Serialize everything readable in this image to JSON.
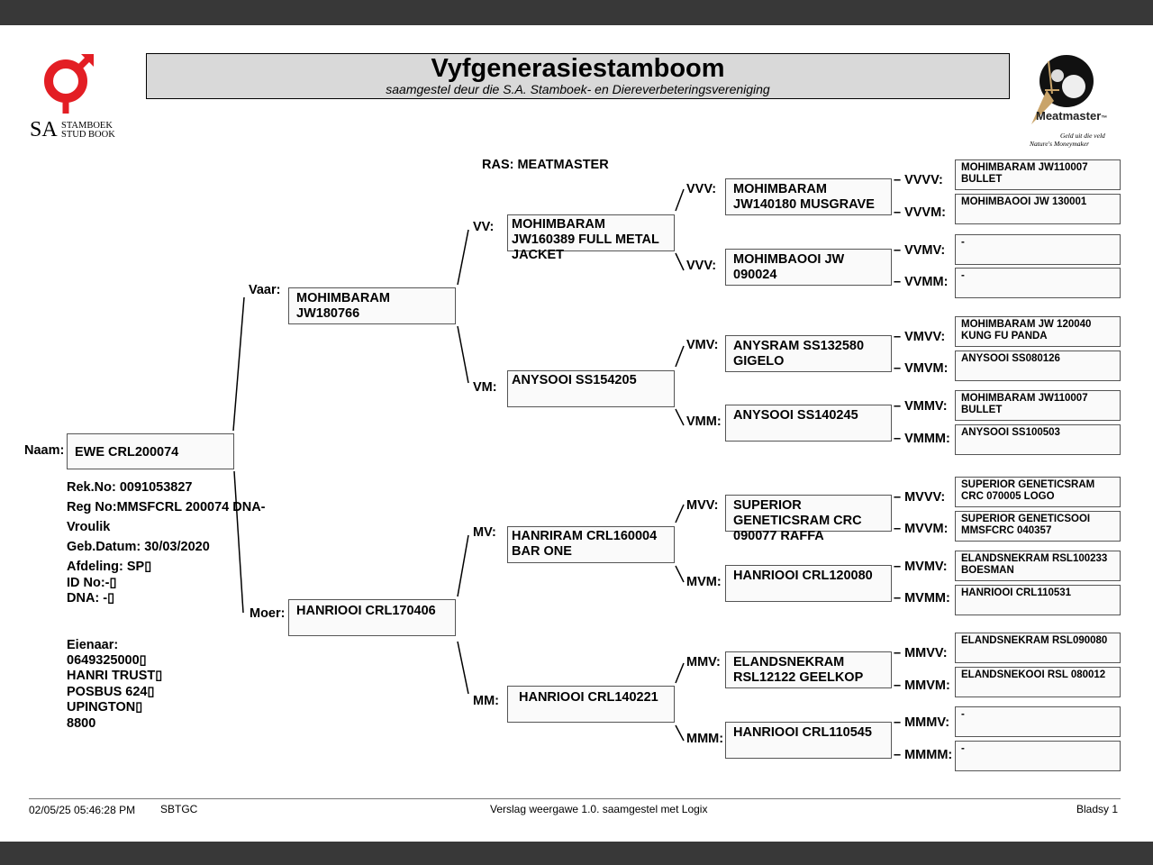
{
  "header": {
    "title": "Vyfgenerasiestamboom",
    "subtitle": "saamgestel deur die S.A. Stamboek- en Diereverbeteringsvereniging",
    "breed": "RAS: MEATMASTER"
  },
  "logo_left": {
    "sa": "SA",
    "line1": "STAMBOEK",
    "line2": "STUD BOOK",
    "symbol_color": "#e31e24"
  },
  "logo_right": {
    "brand": "Meatmaster",
    "tm": "™",
    "tag1": "Geld uit die veld",
    "tag2": "Nature's Moneymaker"
  },
  "animal": {
    "naam_label": "Naam:",
    "name": "EWE CRL200074",
    "rek_no": "Rek.No: 0091053827",
    "reg_no": "Reg No:MMSFCRL 200074 DNA-",
    "sex": "Vroulik",
    "geb_datum": "Geb.Datum: 30/03/2020",
    "afdeling": "Afdeling: SP▯",
    "id_no": "ID No:-▯",
    "dna": "DNA: -▯"
  },
  "owner": {
    "label": "Eienaar:",
    "lines": [
      "0649325000▯",
      "HANRI TRUST▯",
      "POSBUS 624▯",
      "UPINGTON▯",
      "8800"
    ]
  },
  "pedigree": {
    "gen1": [
      {
        "label": "Vaar:",
        "name": "MOHIMBARAM\nJW180766"
      },
      {
        "label": "Moer:",
        "name": "HANRIOOI CRL170406"
      }
    ],
    "gen2": [
      {
        "label": "VV:",
        "name": "MOHIMBARAM\nJW160389 FULL METAL\nJACKET"
      },
      {
        "label": "VM:",
        "name": "ANYSOOI SS154205"
      },
      {
        "label": "MV:",
        "name": "HANRIRAM CRL160004\nBAR ONE"
      },
      {
        "label": "MM:",
        "name": "HANRIOOI CRL140221"
      }
    ],
    "gen3": [
      {
        "label": "VVV:",
        "name": "MOHIMBARAM\nJW140180 MUSGRAVE"
      },
      {
        "label": "VVV:",
        "name": "MOHIMBAOOI JW\n090024"
      },
      {
        "label": "VMV:",
        "name": "ANYSRAM SS132580\nGIGELO"
      },
      {
        "label": "VMM:",
        "name": "ANYSOOI SS140245"
      },
      {
        "label": "MVV:",
        "name": "SUPERIOR\nGENETICSRAM CRC\n090077 RAFFA"
      },
      {
        "label": "MVM:",
        "name": "HANRIOOI CRL120080"
      },
      {
        "label": "MMV:",
        "name": "ELANDSNEKRAM\nRSL12122 GEELKOP"
      },
      {
        "label": "MMM:",
        "name": "HANRIOOI CRL110545"
      }
    ],
    "gen4": [
      {
        "label": "VVVV:",
        "name": "MOHIMBARAM JW110007\nBULLET"
      },
      {
        "label": "VVVM:",
        "name": "MOHIMBAOOI JW 130001"
      },
      {
        "label": "VVMV:",
        "name": "-"
      },
      {
        "label": "VVMM:",
        "name": "-"
      },
      {
        "label": "VMVV:",
        "name": "MOHIMBARAM JW 120040\nKUNG FU PANDA"
      },
      {
        "label": "VMVM:",
        "name": "ANYSOOI SS080126"
      },
      {
        "label": "VMMV:",
        "name": "MOHIMBARAM JW110007\nBULLET"
      },
      {
        "label": "VMMM:",
        "name": "ANYSOOI SS100503"
      },
      {
        "label": "MVVV:",
        "name": "SUPERIOR GENETICSRAM\nCRC 070005 LOGO"
      },
      {
        "label": "MVVM:",
        "name": "SUPERIOR GENETICSOOI\nMMSFCRC 040357"
      },
      {
        "label": "MVMV:",
        "name": "ELANDSNEKRAM RSL100233\nBOESMAN"
      },
      {
        "label": "MVMM:",
        "name": "HANRIOOI CRL110531"
      },
      {
        "label": "MMVV:",
        "name": "ELANDSNEKRAM RSL090080"
      },
      {
        "label": "MMVM:",
        "name": "ELANDSNEKOOI RSL 080012"
      },
      {
        "label": "MMMV:",
        "name": "-"
      },
      {
        "label": "MMMM:",
        "name": "-"
      }
    ]
  },
  "footer": {
    "datetime": "02/05/25 05:46:28 PM",
    "code": "SBTGC",
    "report": "Verslag weergawe 1.0. saamgestel met Logix",
    "page": "Bladsy 1"
  }
}
